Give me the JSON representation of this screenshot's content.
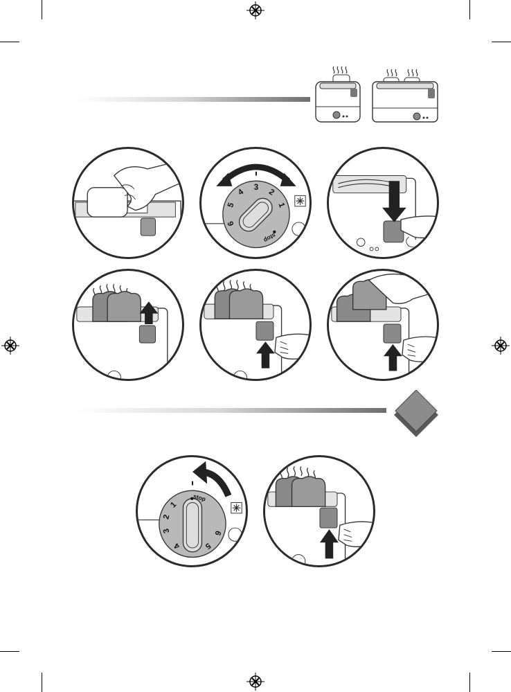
{
  "colors": {
    "ink": "#2b2b2b",
    "bar_dark": "#6e6e6e",
    "bar_light": "#ffffff",
    "dial_grey": "#b9b9b9",
    "badge_grey": "#8c8c8c",
    "bread": "#8a8a8a"
  },
  "dial_top": {
    "numbers": [
      "6",
      "5",
      "4",
      "3",
      "2",
      "1"
    ],
    "stop_label": "stop"
  },
  "dial_bottom": {
    "numbers": [
      "1",
      "2",
      "3",
      "4",
      "5",
      "6"
    ],
    "stop_label": "stop"
  },
  "icons": {
    "defrost": "snowflake-icon",
    "registration": "registration-crosshair-icon"
  }
}
